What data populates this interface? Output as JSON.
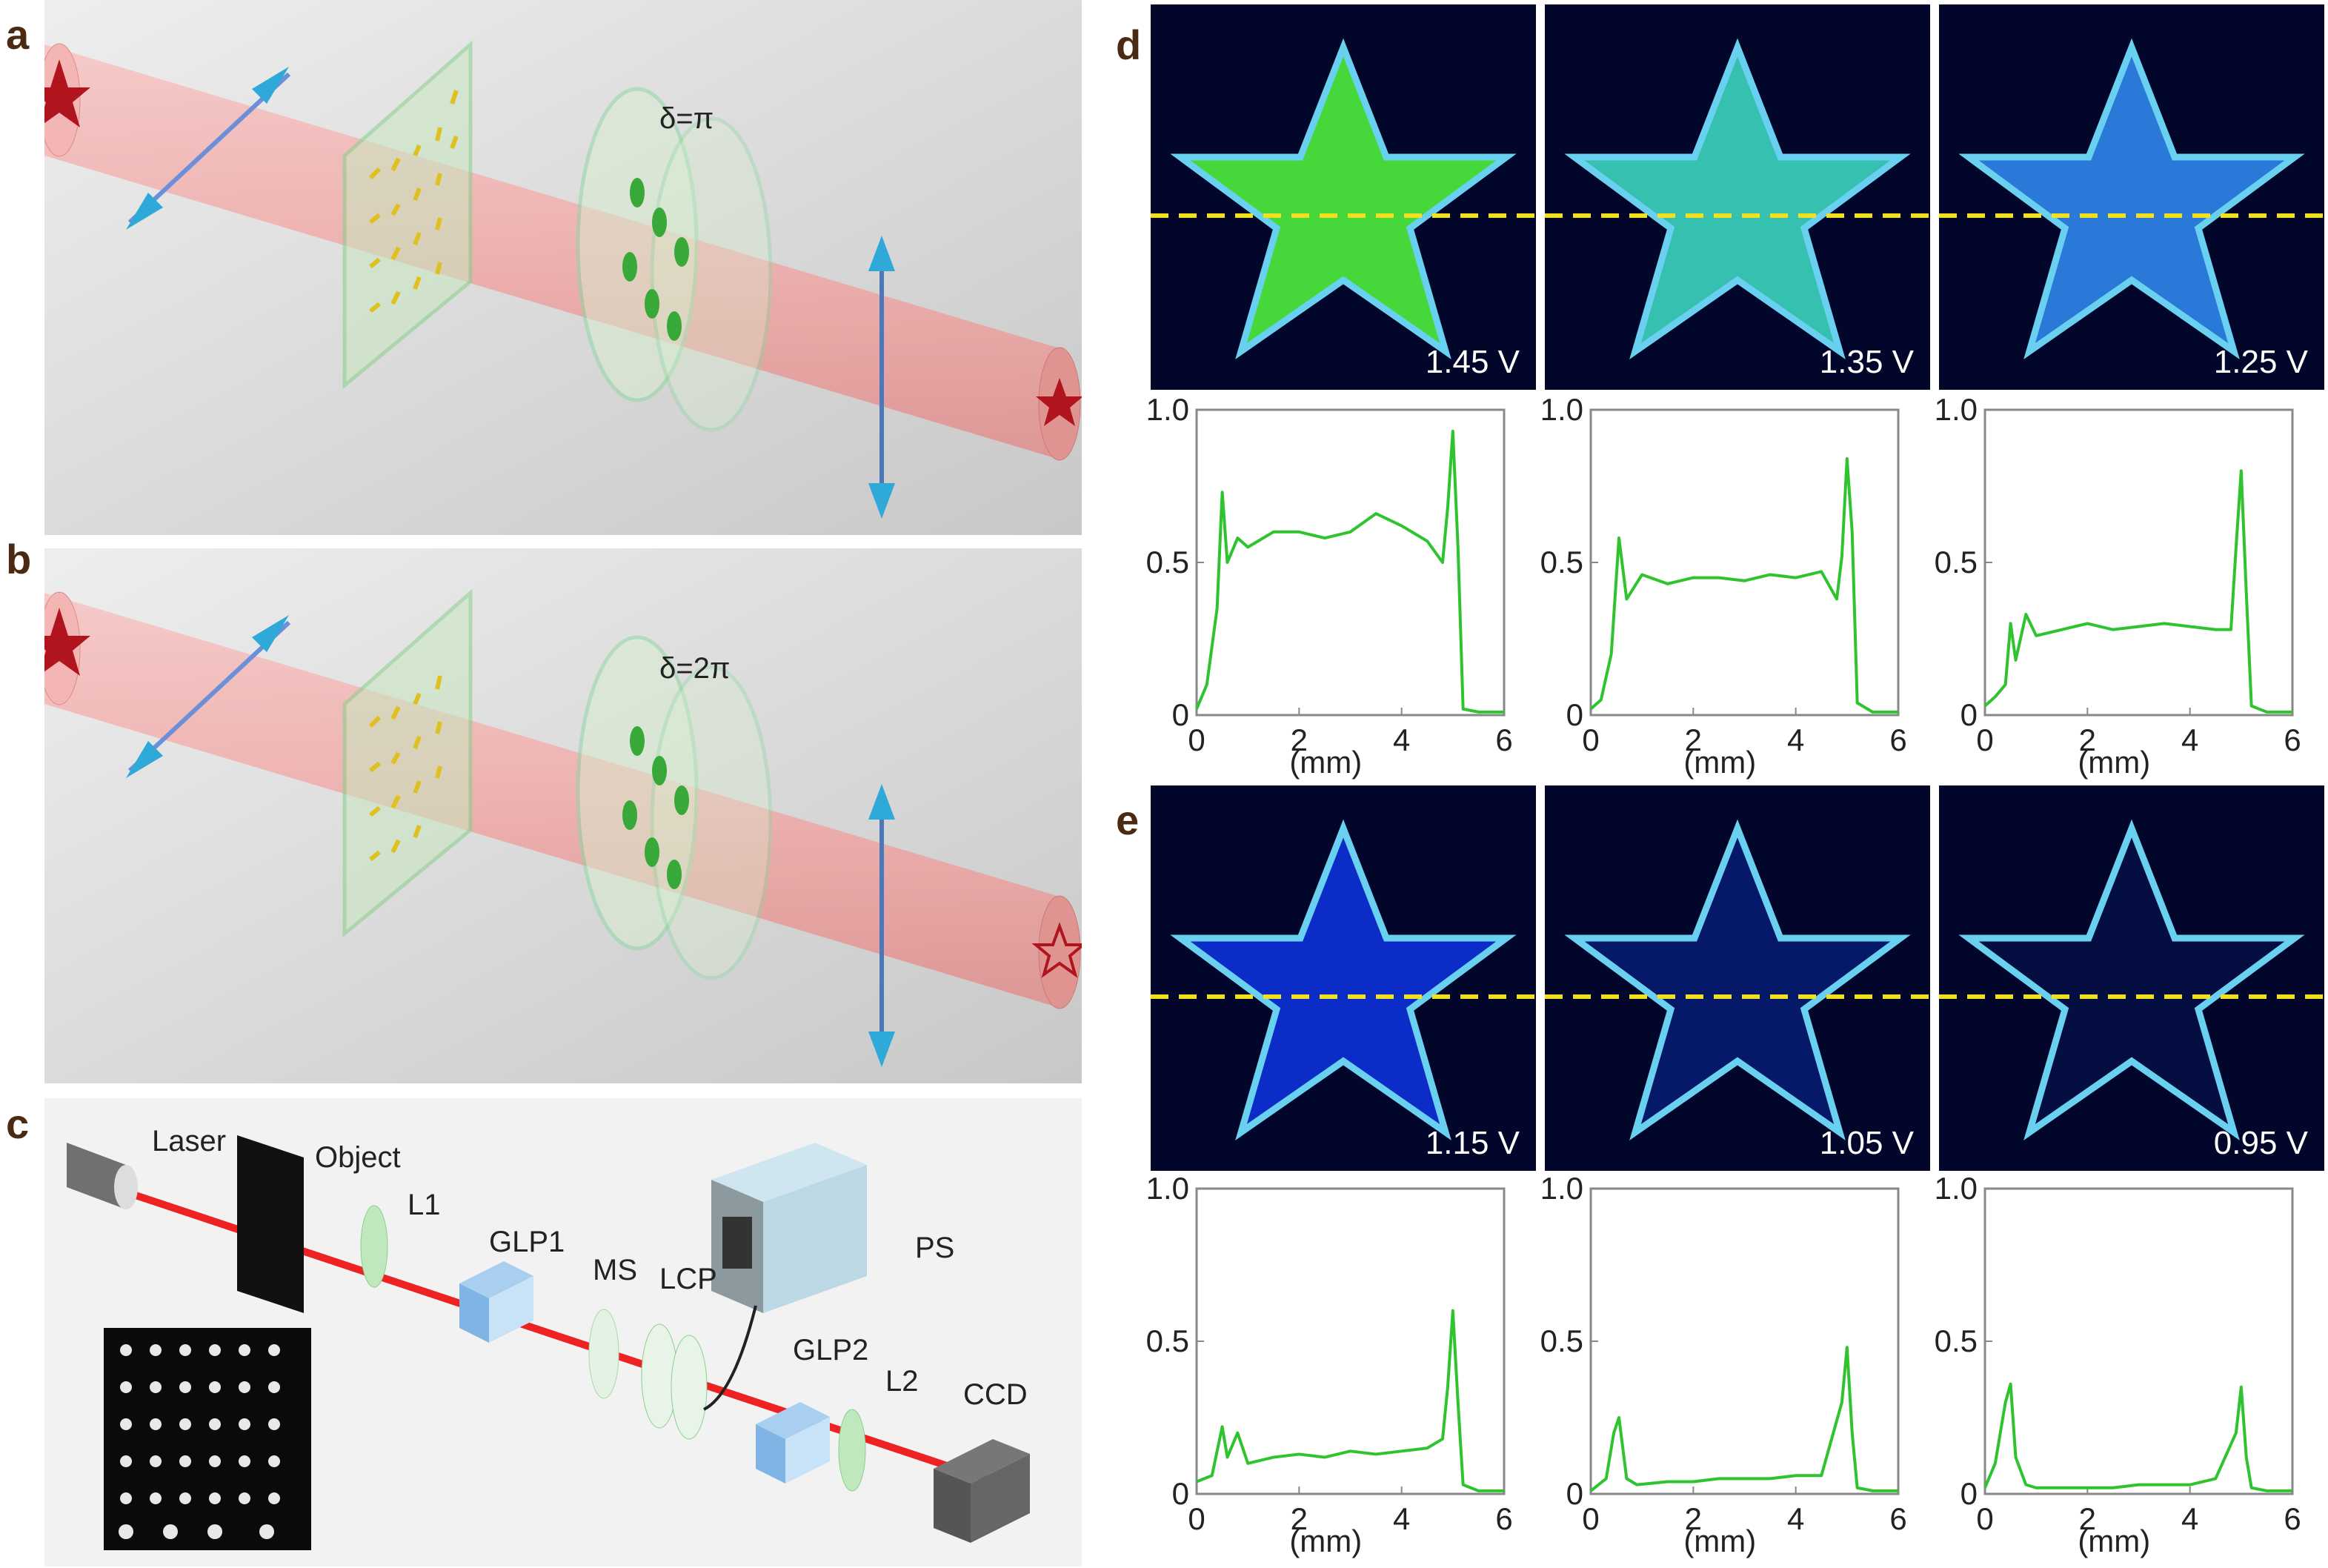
{
  "panel_labels": {
    "a": "a",
    "b": "b",
    "c": "c",
    "d": "d",
    "e": "e"
  },
  "schematic": {
    "a_delta": "δ=π",
    "b_delta": "δ=2π"
  },
  "setup": {
    "laser": "Laser",
    "object": "Object",
    "l1": "L1",
    "glp1": "GLP1",
    "ms": "MS",
    "lcp": "LCP",
    "ps": "PS",
    "glp2": "GLP2",
    "l2": "L2",
    "ccd": "CCD"
  },
  "colors": {
    "beam": "#f2b3b1",
    "star": "#b0141c",
    "arrow": "#2ea9d8",
    "trace": "#2fc42f",
    "dashed_line": "#f0e020",
    "image_bg": "#02062a"
  },
  "voltages_d": [
    "1.45 V",
    "1.35 V",
    "1.25 V"
  ],
  "voltages_e": [
    "1.15 V",
    "1.05 V",
    "0.95 V"
  ],
  "chart_data": [
    {
      "type": "line",
      "panel": "d",
      "voltage": "1.45 V",
      "xlabel": "(mm)",
      "xlim": [
        0,
        6
      ],
      "ylim": [
        0,
        1.0
      ],
      "xticks": [
        "0",
        "2",
        "4",
        "6"
      ],
      "yticks": [
        "0",
        "0.5",
        "1.0"
      ],
      "x": [
        0,
        0.2,
        0.4,
        0.5,
        0.6,
        0.8,
        1.0,
        1.5,
        2.0,
        2.5,
        3.0,
        3.5,
        4.0,
        4.5,
        4.8,
        4.9,
        5.0,
        5.1,
        5.2,
        5.5,
        6.0
      ],
      "y": [
        0.02,
        0.1,
        0.35,
        0.73,
        0.5,
        0.58,
        0.55,
        0.6,
        0.6,
        0.58,
        0.6,
        0.66,
        0.62,
        0.57,
        0.5,
        0.68,
        0.93,
        0.55,
        0.02,
        0.01,
        0.01
      ]
    },
    {
      "type": "line",
      "panel": "d",
      "voltage": "1.35 V",
      "xlabel": "(mm)",
      "xlim": [
        0,
        6
      ],
      "ylim": [
        0,
        1.0
      ],
      "xticks": [
        "0",
        "2",
        "4",
        "6"
      ],
      "yticks": [
        "0",
        "0.5",
        "1.0"
      ],
      "x": [
        0,
        0.2,
        0.4,
        0.55,
        0.7,
        1.0,
        1.5,
        2.0,
        2.5,
        3.0,
        3.5,
        4.0,
        4.5,
        4.8,
        4.9,
        5.0,
        5.1,
        5.2,
        5.5,
        6.0
      ],
      "y": [
        0.02,
        0.05,
        0.2,
        0.58,
        0.38,
        0.46,
        0.43,
        0.45,
        0.45,
        0.44,
        0.46,
        0.45,
        0.47,
        0.38,
        0.52,
        0.84,
        0.6,
        0.04,
        0.01,
        0.01
      ]
    },
    {
      "type": "line",
      "panel": "d",
      "voltage": "1.25 V",
      "xlabel": "(mm)",
      "xlim": [
        0,
        6
      ],
      "ylim": [
        0,
        1.0
      ],
      "xticks": [
        "0",
        "2",
        "4",
        "6"
      ],
      "yticks": [
        "0",
        "0.5",
        "1.0"
      ],
      "x": [
        0,
        0.2,
        0.4,
        0.5,
        0.6,
        0.8,
        1.0,
        1.5,
        2.0,
        2.5,
        3.0,
        3.5,
        4.0,
        4.5,
        4.8,
        4.9,
        5.0,
        5.1,
        5.2,
        5.5,
        6.0
      ],
      "y": [
        0.03,
        0.06,
        0.1,
        0.3,
        0.18,
        0.33,
        0.26,
        0.28,
        0.3,
        0.28,
        0.29,
        0.3,
        0.29,
        0.28,
        0.28,
        0.55,
        0.8,
        0.4,
        0.03,
        0.01,
        0.01
      ]
    },
    {
      "type": "line",
      "panel": "e",
      "voltage": "1.15 V",
      "xlabel": "(mm)",
      "xlim": [
        0,
        6
      ],
      "ylim": [
        0,
        1.0
      ],
      "xticks": [
        "0",
        "2",
        "4",
        "6"
      ],
      "yticks": [
        "0",
        "0.5",
        "1.0"
      ],
      "x": [
        0,
        0.3,
        0.5,
        0.6,
        0.8,
        1.0,
        1.5,
        2.0,
        2.5,
        3.0,
        3.5,
        4.0,
        4.5,
        4.8,
        4.9,
        5.0,
        5.1,
        5.2,
        5.5,
        6.0
      ],
      "y": [
        0.04,
        0.06,
        0.22,
        0.12,
        0.2,
        0.1,
        0.12,
        0.13,
        0.12,
        0.14,
        0.13,
        0.14,
        0.15,
        0.18,
        0.35,
        0.6,
        0.3,
        0.03,
        0.01,
        0.01
      ]
    },
    {
      "type": "line",
      "panel": "e",
      "voltage": "1.05 V",
      "xlabel": "(mm)",
      "xlim": [
        0,
        6
      ],
      "ylim": [
        0,
        1.0
      ],
      "xticks": [
        "0",
        "2",
        "4",
        "6"
      ],
      "yticks": [
        "0",
        "0.5",
        "1.0"
      ],
      "x": [
        0,
        0.3,
        0.45,
        0.55,
        0.7,
        0.9,
        1.5,
        2.0,
        2.5,
        3.0,
        3.5,
        4.0,
        4.5,
        4.9,
        5.0,
        5.1,
        5.2,
        5.5,
        6.0
      ],
      "y": [
        0.01,
        0.05,
        0.2,
        0.25,
        0.05,
        0.03,
        0.04,
        0.04,
        0.05,
        0.05,
        0.05,
        0.06,
        0.06,
        0.3,
        0.48,
        0.2,
        0.02,
        0.01,
        0.01
      ]
    },
    {
      "type": "line",
      "panel": "e",
      "voltage": "0.95 V",
      "xlabel": "(mm)",
      "xlim": [
        0,
        6
      ],
      "ylim": [
        0,
        1.0
      ],
      "xticks": [
        "0",
        "2",
        "4",
        "6"
      ],
      "yticks": [
        "0",
        "0.5",
        "1.0"
      ],
      "x": [
        0,
        0.2,
        0.4,
        0.5,
        0.6,
        0.8,
        1.0,
        1.5,
        2.0,
        2.5,
        3.0,
        3.5,
        4.0,
        4.5,
        4.9,
        5.0,
        5.1,
        5.2,
        5.5,
        6.0
      ],
      "y": [
        0.02,
        0.1,
        0.3,
        0.36,
        0.12,
        0.03,
        0.02,
        0.02,
        0.02,
        0.02,
        0.03,
        0.03,
        0.03,
        0.05,
        0.2,
        0.35,
        0.12,
        0.02,
        0.01,
        0.01
      ]
    }
  ]
}
